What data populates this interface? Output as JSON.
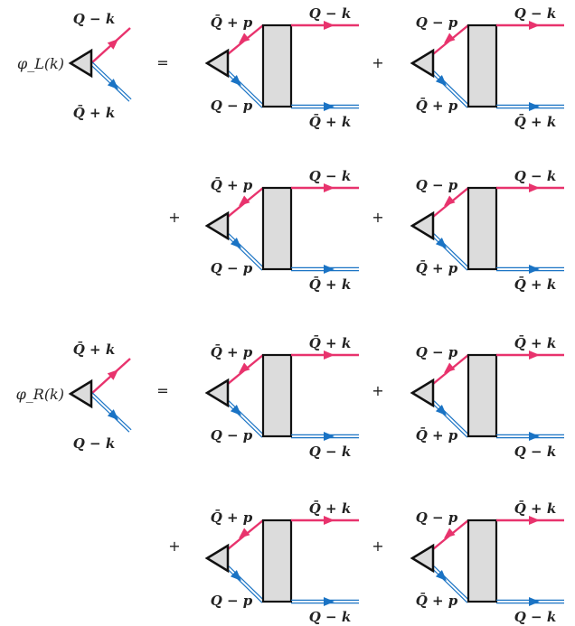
{
  "colors": {
    "red": "#e8336d",
    "blue": "#1a73c4",
    "box_fill": "#dcdcdc",
    "stroke": "#111111"
  },
  "lhs": [
    {
      "label": "φ_L(k)",
      "top": "Q − k",
      "bottom": "Q̄ + k"
    },
    {
      "label": "φ_R(k)",
      "top": "Q̄ + k",
      "bottom": "Q − k"
    }
  ],
  "operators": {
    "equals": "=",
    "plus": "+"
  },
  "diagrams": [
    {
      "tl": "Q̄ + p",
      "bl": "Q − p",
      "tr": "Q − k",
      "br": "Q̄ + k"
    },
    {
      "tl": "Q − p",
      "bl": "Q̄ + p",
      "tr": "Q − k",
      "br": "Q̄ + k"
    },
    {
      "tl": "Q̄ + p",
      "bl": "Q − p",
      "tr": "Q − k",
      "br": "Q̄ + k"
    },
    {
      "tl": "Q − p",
      "bl": "Q̄ + p",
      "tr": "Q − k",
      "br": "Q̄ + k"
    },
    {
      "tl": "Q̄ + p",
      "bl": "Q − p",
      "tr": "Q̄ + k",
      "br": "Q − k"
    },
    {
      "tl": "Q − p",
      "bl": "Q̄ + p",
      "tr": "Q̄ + k",
      "br": "Q − k"
    },
    {
      "tl": "Q̄ + p",
      "bl": "Q − p",
      "tr": "Q̄ + k",
      "br": "Q − k"
    },
    {
      "tl": "Q − p",
      "bl": "Q̄ + p",
      "tr": "Q̄ + k",
      "br": "Q − k"
    }
  ]
}
